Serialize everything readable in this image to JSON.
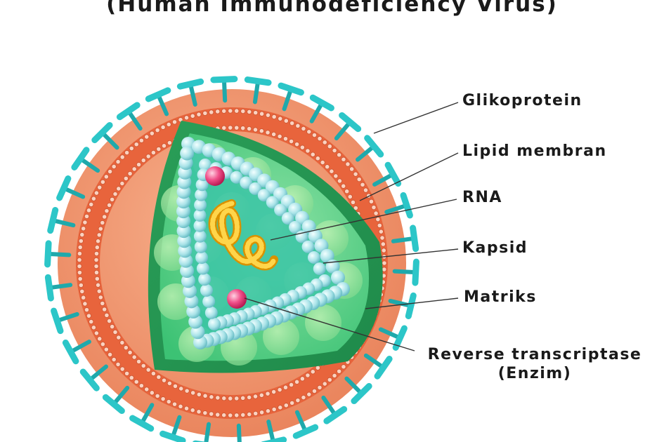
{
  "title": "(Human Immunodeficiency Virus)",
  "labels": {
    "glikoprotein": "Glikoprotein",
    "lipid": "Lipid membran",
    "rna": "RNA",
    "kapsid": "Kapsid",
    "matriks": "Matriks",
    "rt_line1": "Reverse transcriptase",
    "rt_line2": "(Enzim)"
  },
  "colors": {
    "envelope": "#f0956b",
    "lipid_band": "#e8623b",
    "spike": "#2cc6c8",
    "matrix": "#2fb366",
    "capsid_fill": "#3fc98c",
    "capsid_bead": "#b6e9ec",
    "rna": "#f2b71c",
    "enzyme": "#e0306a"
  }
}
